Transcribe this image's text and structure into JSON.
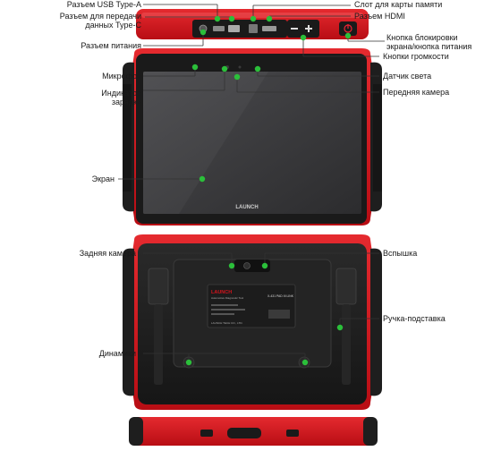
{
  "labels": {
    "usb_a": "Разъем USB Type-A",
    "type_c_1": "Разъем для передачи",
    "type_c_2": "данных Type-C",
    "power_port": "Разъем питания",
    "microphone": "Микрофон",
    "charging_1": "Индикатор",
    "charging_2": "зарядки",
    "screen": "Экран",
    "memory_card": "Слот для карты памяти",
    "hdmi": "Разъем HDMI",
    "lock_1": "Кнопка блокировки",
    "lock_2": "экрана/кнопка питания",
    "volume": "Кнопки громкости",
    "light_sensor": "Датчик света",
    "front_camera": "Передняя камера",
    "rear_camera": "Задняя камера",
    "flash": "Вспышка",
    "stand": "Ручка-подставка",
    "speakers": "Динамики"
  },
  "device_text": {
    "brand_front": "LAUNCH",
    "brand_back": "LAUNCH",
    "back_subtitle": "Automotive Diagnostic Tool",
    "model": "X-431 PAD III LINK",
    "company": "LAUNCH TECH CO., LTD."
  },
  "colors": {
    "frame_red": "#d4141c",
    "bumper_black": "#1e1e1e",
    "screen": "#3a3a3c",
    "marker_green": "#2bbf3a",
    "leader_line": "#333333"
  }
}
